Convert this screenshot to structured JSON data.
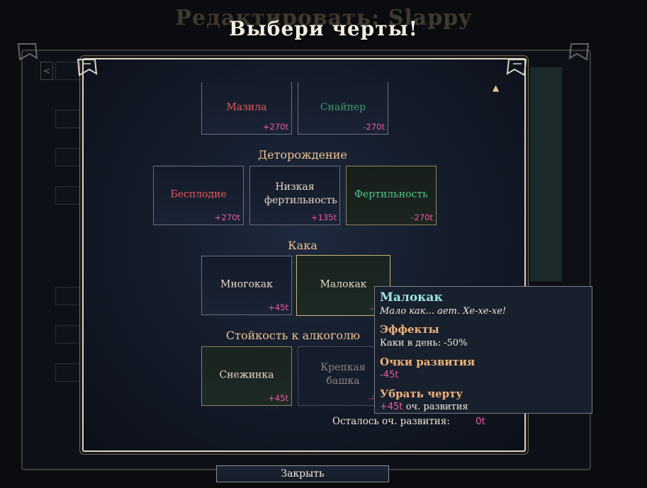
{
  "background": {
    "title": "Редактировать: Slappy"
  },
  "modal": {
    "title": "Выбери черты!",
    "points_left_label": "Осталось оч. развития:",
    "points_left_value": "0t",
    "close_label": "Закрыть"
  },
  "categories": [
    {
      "name": "",
      "traits": [
        {
          "label": "Мазила",
          "cost": "+270t"
        },
        {
          "label": "Снайпер",
          "cost": "-270t"
        }
      ]
    },
    {
      "name": "Деторождение",
      "traits": [
        {
          "label": "Бесплодие",
          "cost": "+270t"
        },
        {
          "label": "Низкая фертильность",
          "cost": "+135t"
        },
        {
          "label": "Фертильность",
          "cost": "-270t"
        }
      ]
    },
    {
      "name": "Кака",
      "traits": [
        {
          "label": "Многокак",
          "cost": "+45t"
        },
        {
          "label": "Малокак",
          "cost": "-45t"
        }
      ]
    },
    {
      "name": "Стойкость к алкоголю",
      "traits": [
        {
          "label": "Снежинка",
          "cost": "+45t"
        },
        {
          "label": "Крепкая башка",
          "cost": "-45t"
        }
      ]
    }
  ],
  "tooltip": {
    "name": "Малокак",
    "description": "Мало как... ает. Хе-хе-хе!",
    "effects_heading": "Эффекты",
    "effects_text": "Каки в день: -50%",
    "points_heading": "Очки развития",
    "points_value": "-45t",
    "remove_heading": "Убрать черту",
    "remove_value": "+45t",
    "remove_suffix": "оч. развития"
  },
  "colors": {
    "negative_trait": "#e85a5a",
    "positive_trait": "#4ec98a",
    "cost": "#ec5ba0",
    "heading": "#f0c290",
    "tooltip_name": "#9ae6dc"
  }
}
